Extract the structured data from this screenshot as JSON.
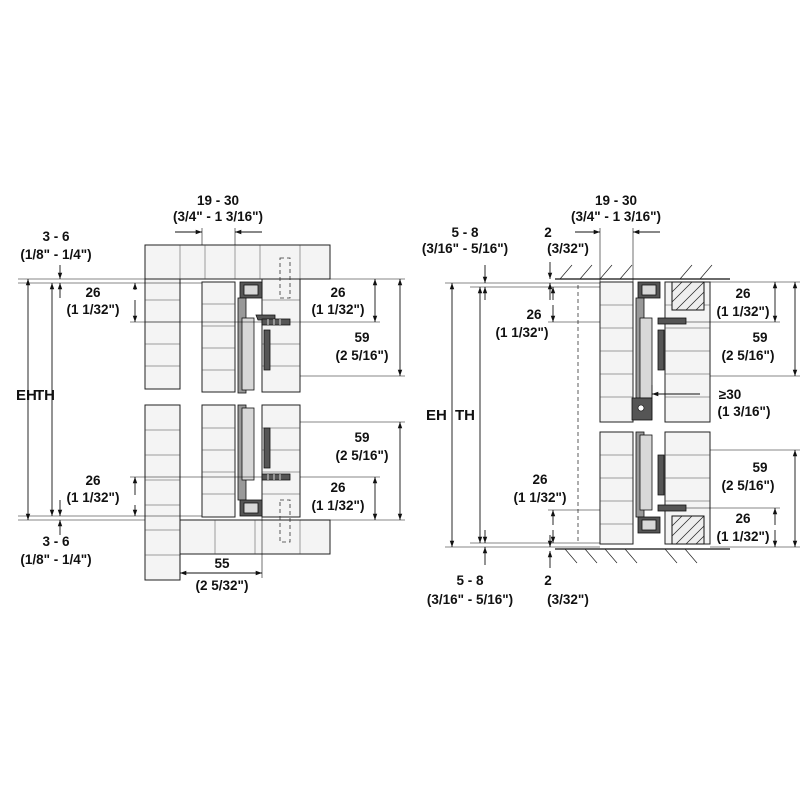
{
  "left_view": {
    "top_width": "19 - 30",
    "top_width_in": "(3/4\" - 1 3/16\")",
    "top_gap": "3 - 6",
    "top_gap_in": "(1/8\" - 1/4\")",
    "bottom_gap": "3 - 6",
    "bottom_gap_in": "(1/8\" - 1/4\")",
    "upper_left_offset": "26",
    "upper_left_offset_in": "(1 1/32\")",
    "upper_right_offset": "26",
    "upper_right_offset_in": "(1 1/32\")",
    "upper_right_height": "59",
    "upper_right_height_in": "(2 5/16\")",
    "lower_right_height": "59",
    "lower_right_height_in": "(2 5/16\")",
    "lower_left_offset": "26",
    "lower_left_offset_in": "(1 1/32\")",
    "lower_right_offset": "26",
    "lower_right_offset_in": "(1 1/32\")",
    "bottom_width": "55",
    "bottom_width_in": "(2 5/32\")",
    "eh": "EH",
    "th": "TH"
  },
  "right_view": {
    "top_width": "19 - 30",
    "top_width_in": "(3/4\" - 1 3/16\")",
    "top_gap": "5 - 8",
    "top_gap_in": "(3/16\" - 5/16\")",
    "top_small": "2",
    "top_small_in": "(3/32\")",
    "upper_left_offset": "26",
    "upper_left_offset_in": "(1 1/32\")",
    "upper_right_offset": "26",
    "upper_right_offset_in": "(1 1/32\")",
    "upper_right_height": "59",
    "upper_right_height_in": "(2 5/16\")",
    "clearance": "≥30",
    "clearance_in": "(1 3/16\")",
    "lower_left_offset": "26",
    "lower_left_offset_in": "(1 1/32\")",
    "lower_right_height": "59",
    "lower_right_height_in": "(2 5/16\")",
    "lower_right_offset": "26",
    "lower_right_offset_in": "(1 1/32\")",
    "bottom_gap": "5 - 8",
    "bottom_gap_in": "(3/16\" - 5/16\")",
    "bottom_small": "2",
    "bottom_small_in": "(3/32\")",
    "eh": "EH",
    "th": "TH"
  }
}
